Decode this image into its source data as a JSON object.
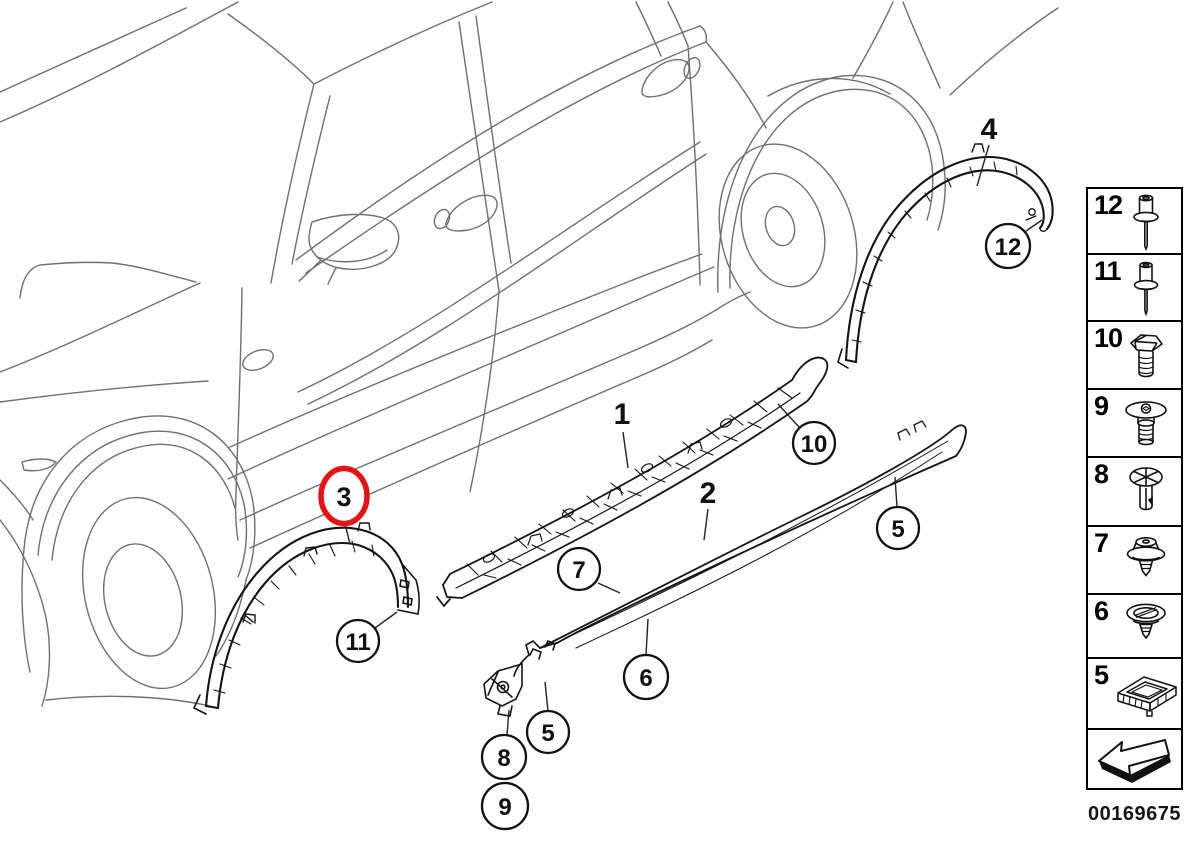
{
  "document": {
    "type": "vehicle-parts-exploded-diagram",
    "subject": "car side sill and wheel-arch trim parts",
    "image_number": "00169675"
  },
  "colors": {
    "highlight_red": "#e0161a",
    "part_line": "#141414",
    "car_line": "#6f6f6f",
    "background": "#ffffff"
  },
  "callouts": {
    "c1": {
      "label": "1",
      "shape": "plain"
    },
    "c2": {
      "label": "2",
      "shape": "plain"
    },
    "c3": {
      "label": "3",
      "shape": "red-ellipse",
      "highlighted": true
    },
    "c4": {
      "label": "4",
      "shape": "plain"
    },
    "c5a": {
      "label": "5",
      "shape": "circle"
    },
    "c5b": {
      "label": "5",
      "shape": "circle"
    },
    "c6": {
      "label": "6",
      "shape": "circle"
    },
    "c7": {
      "label": "7",
      "shape": "circle"
    },
    "c8": {
      "label": "8",
      "shape": "circle"
    },
    "c9": {
      "label": "9",
      "shape": "circle"
    },
    "c10": {
      "label": "10",
      "shape": "circle"
    },
    "c11": {
      "label": "11",
      "shape": "circle"
    },
    "c12": {
      "label": "12",
      "shape": "circle"
    }
  },
  "legend": {
    "items": [
      {
        "label": "12",
        "icon": "blind-rivet-icon"
      },
      {
        "label": "11",
        "icon": "blind-rivet-short-icon"
      },
      {
        "label": "10",
        "icon": "hex-bolt-icon"
      },
      {
        "label": "9",
        "icon": "washer-head-screw-icon"
      },
      {
        "label": "8",
        "icon": "expanding-rivet-icon"
      },
      {
        "label": "7",
        "icon": "push-pin-clip-icon"
      },
      {
        "label": "6",
        "icon": "grommet-clip-icon"
      },
      {
        "label": "5",
        "icon": "support-bracket-icon"
      }
    ],
    "arrow_icon": "direction-arrow-icon",
    "image_number": "00169675"
  }
}
